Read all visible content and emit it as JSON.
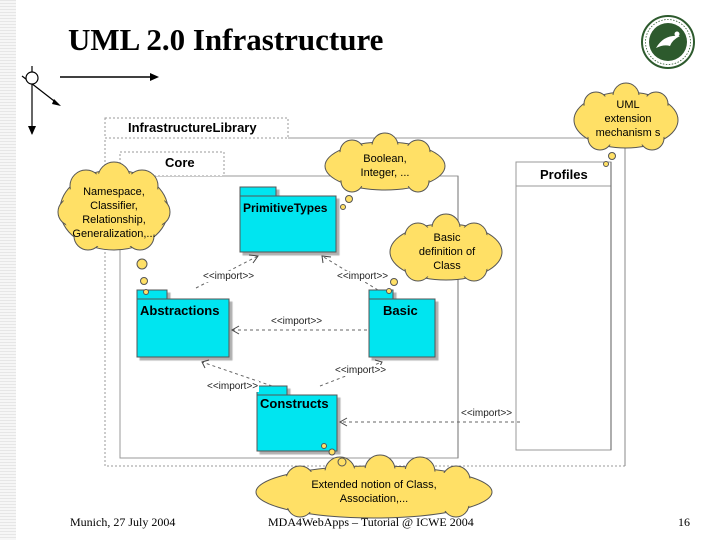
{
  "title": "UML 2.0 Infrastructure",
  "packages": {
    "infrastructure_library": "InfrastructureLibrary",
    "core": "Core",
    "profiles": "Profiles",
    "primitive_types": "PrimitiveTypes",
    "abstractions": "Abstractions",
    "basic": "Basic",
    "constructs": "Constructs"
  },
  "imports": {
    "abstractions_to_primitive": "<<import>>",
    "basic_to_primitive": "<<import>>",
    "basic_to_abstractions": "<<import>>",
    "constructs_to_abstractions": "<<import>>",
    "constructs_to_basic": "<<import>>",
    "profiles_to_constructs": "<<import>>"
  },
  "callouts": {
    "uml_extension": "UML extension mechanism s",
    "primitive_types": "Boolean, Integer, ...",
    "abstractions": "Namespace, Classifier, Relationship, Generalization,...",
    "basic": "Basic definition of Class",
    "constructs": "Extended notion of Class, Association,..."
  },
  "footer": {
    "left": "Munich, 27 July 2004",
    "center": "MDA4WebApps – Tutorial @ ICWE 2004",
    "page": "16"
  },
  "colors": {
    "package_fill": "#00e5f0",
    "cloud_fill": "#ffe066",
    "sidebar": "#ececec"
  },
  "icons": [
    "crosshair-navigation-icon",
    "university-seal-icon"
  ]
}
